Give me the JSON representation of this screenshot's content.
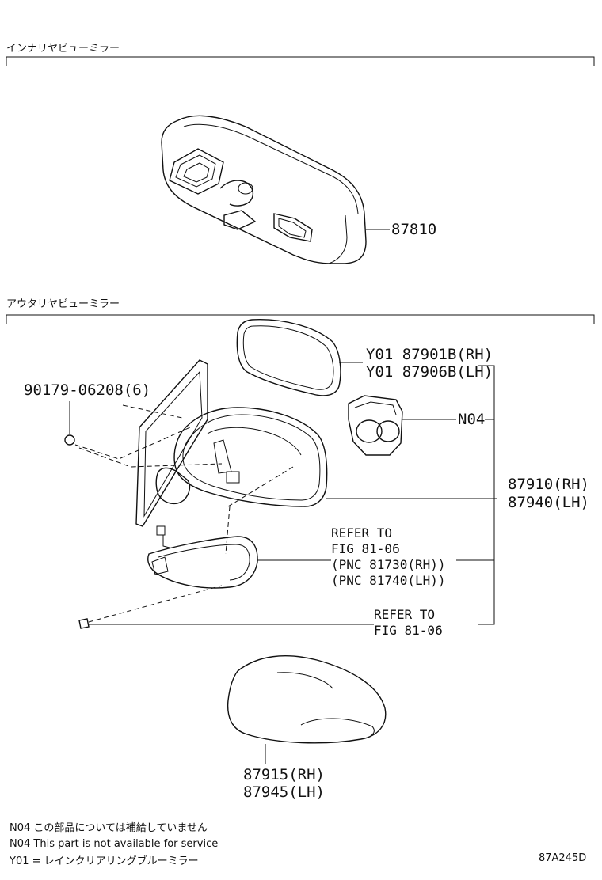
{
  "sections": {
    "inner_title": "インナリヤビューミラー",
    "outer_title": "アウタリヤビューミラー"
  },
  "parts": {
    "inner_mirror": "87810",
    "mirror_glass_rh": "Y01 87901B(RH)",
    "mirror_glass_lh": "Y01 87906B(LH)",
    "motor": "N04",
    "screw": "90179-06208(6)",
    "assembly_rh": "87910(RH)",
    "assembly_lh": "87940(LH)",
    "cover_rh": "87915(RH)",
    "cover_lh": "87945(LH)"
  },
  "refs": {
    "lamp_line1": "REFER TO",
    "lamp_line2": "FIG 81-06",
    "lamp_line3": "(PNC 81730(RH))",
    "lamp_line4": "(PNC 81740(LH))",
    "bolt_line1": "REFER TO",
    "bolt_line2": "FIG 81-06"
  },
  "notes": {
    "n04_jp": "N04 この部品については補給していません",
    "n04_en": "N04 This part is not available for service",
    "y01": "Y01 = レインクリアリングブルーミラー"
  },
  "diagram_code": "87A245D"
}
